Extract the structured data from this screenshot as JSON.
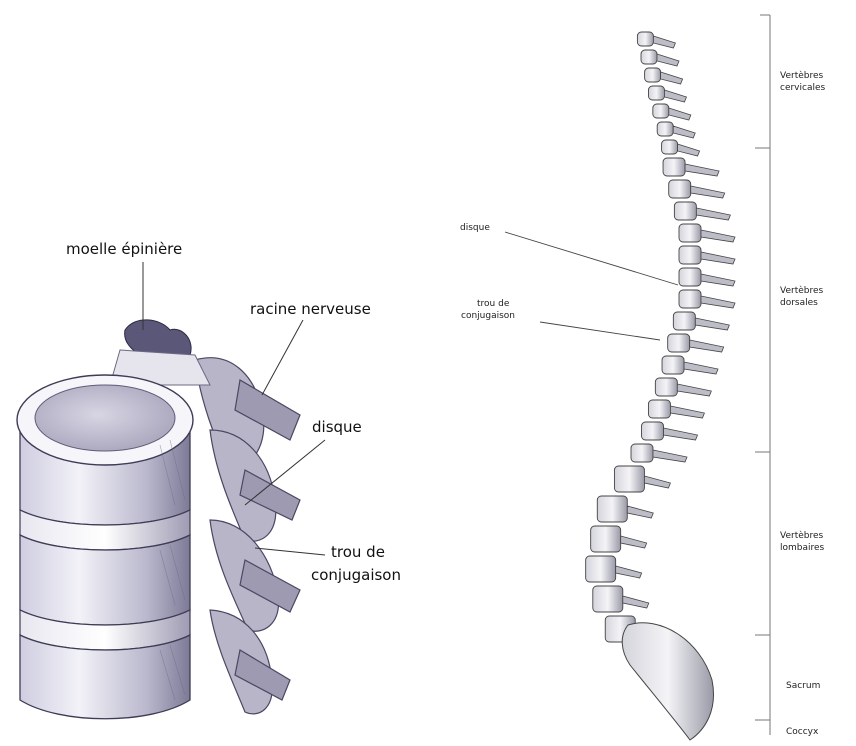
{
  "left_labels": {
    "spinal_cord": "moelle épinière",
    "nerve_root": "racine nerveuse",
    "disc": "disque",
    "foramen_line1": "trou de",
    "foramen_line2": "conjugaison"
  },
  "right_labels": {
    "disc": "disque",
    "foramen_line1": "trou de",
    "foramen_line2": "conjugaison"
  },
  "regions": [
    {
      "line1": "Vertèbres",
      "line2": "cervicales"
    },
    {
      "line1": "Vertèbres",
      "line2": "dorsales"
    },
    {
      "line1": "Vertèbres",
      "line2": "lombaires"
    },
    {
      "line1": "Sacrum",
      "line2": ""
    },
    {
      "line1": "Coccyx",
      "line2": ""
    }
  ]
}
